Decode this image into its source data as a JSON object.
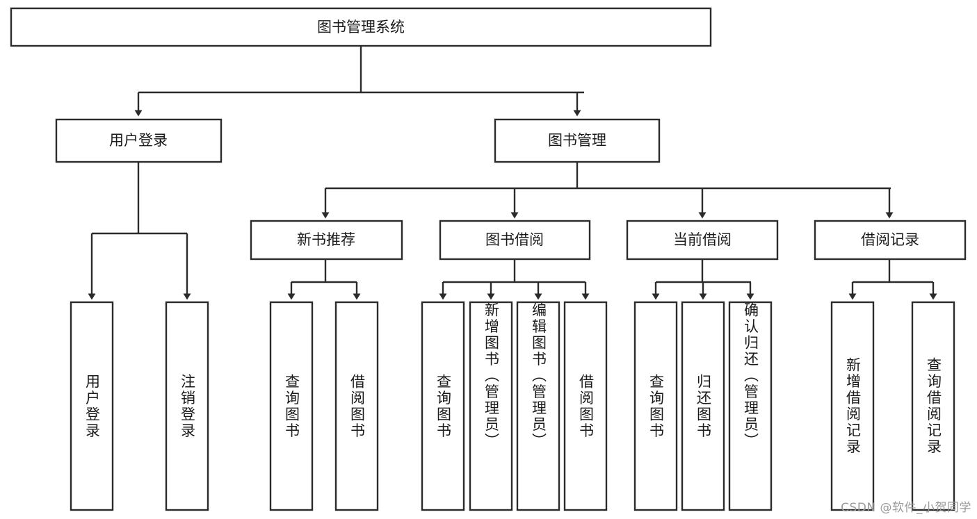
{
  "diagram": {
    "type": "tree-hierarchy",
    "title": "图书管理系统",
    "root": {
      "label": "图书管理系统"
    },
    "level2": [
      {
        "id": "user-login",
        "label": "用户登录"
      },
      {
        "id": "book-management",
        "label": "图书管理"
      }
    ],
    "level3": [
      {
        "id": "new-book-recommend",
        "label": "新书推荐",
        "parent": "book-management"
      },
      {
        "id": "book-borrow",
        "label": "图书借阅",
        "parent": "book-management"
      },
      {
        "id": "current-borrow",
        "label": "当前借阅",
        "parent": "book-management"
      },
      {
        "id": "borrow-record",
        "label": "借阅记录",
        "parent": "book-management"
      }
    ],
    "leaves": {
      "user-login": [
        {
          "id": "leaf-user-login",
          "label": "用户登录"
        },
        {
          "id": "leaf-logout-login",
          "label": "注销登录"
        }
      ],
      "new-book-recommend": [
        {
          "id": "leaf-query-book-1",
          "label": "查询图书"
        },
        {
          "id": "leaf-borrow-book-1",
          "label": "借阅图书"
        }
      ],
      "book-borrow": [
        {
          "id": "leaf-query-book-2",
          "label": "查询图书"
        },
        {
          "id": "leaf-add-book",
          "label": "新增图书（管理员）"
        },
        {
          "id": "leaf-edit-book",
          "label": "编辑图书（管理员）"
        },
        {
          "id": "leaf-borrow-book-2",
          "label": "借阅图书"
        }
      ],
      "current-borrow": [
        {
          "id": "leaf-query-book-3",
          "label": "查询图书"
        },
        {
          "id": "leaf-return-book",
          "label": "归还图书"
        },
        {
          "id": "leaf-confirm-return",
          "label": "确认归还（管理员）"
        }
      ],
      "borrow-record": [
        {
          "id": "leaf-add-record",
          "label": "新增借阅记录"
        },
        {
          "id": "leaf-query-record",
          "label": "查询借阅记录"
        }
      ]
    },
    "colors": {
      "box_fill": "#ffffff",
      "box_stroke": "#2b2b2b",
      "text": "#1a1a1a",
      "background": "#ffffff",
      "watermark": "#9a9a9a"
    }
  },
  "watermark": {
    "text": "CSDN @软件_小贺同学"
  }
}
